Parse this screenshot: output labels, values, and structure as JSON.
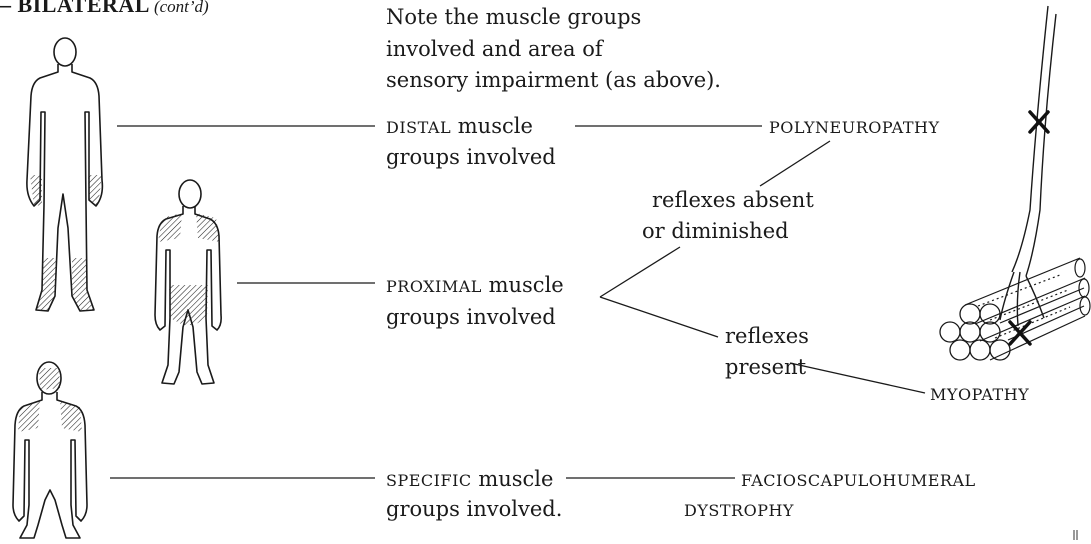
{
  "header": {
    "title": "– BILATERAL",
    "suffix": "(cont’d)"
  },
  "note": {
    "line1": "Note the muscle groups",
    "line2": "involved and area of",
    "line3": "sensory impairment (as above)."
  },
  "distal": {
    "caps": "DISTAL",
    "rest": " muscle",
    "line2": "groups involved"
  },
  "proximal": {
    "caps": "PROXIMAL",
    "rest": " muscle",
    "line2": "groups involved"
  },
  "specific": {
    "caps": "SPECIFIC",
    "rest": " muscle",
    "line2": "groups involved."
  },
  "outcomes": {
    "polyneuropathy": "POLYNEUROPATHY",
    "myopathy": "MYOPATHY",
    "fsh_line1": "FACIOSCAPULOHUMERAL",
    "fsh_line2": "DYSTROPHY"
  },
  "reflexes": {
    "absent_line1": "reflexes absent",
    "absent_line2": "or diminished",
    "present_line1": "reflexes",
    "present_line2": "present"
  }
}
